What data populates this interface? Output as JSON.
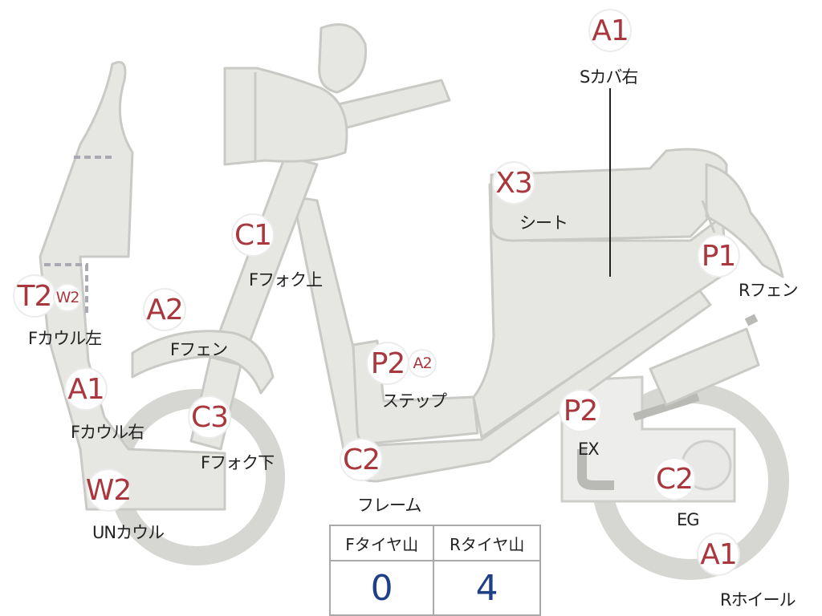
{
  "parts": {
    "s_cover_right": {
      "code": "A1",
      "label": "Sカバ右"
    },
    "seat": {
      "code": "X3",
      "label": "シート"
    },
    "r_fender": {
      "code": "P1",
      "label": "Rフェン"
    },
    "f_fork_upper": {
      "code": "C1",
      "label": "Fフォク上"
    },
    "f_cowl_left": {
      "code": "T2",
      "code2": "W2",
      "label": "Fカウル左"
    },
    "f_fender": {
      "code": "A2",
      "label": "Fフェン"
    },
    "step": {
      "code": "P2",
      "code2": "A2",
      "label": "ステップ"
    },
    "f_cowl_right": {
      "code": "A1",
      "label": "Fカウル右"
    },
    "f_fork_lower": {
      "code": "C3",
      "label": "Fフォク下"
    },
    "ex": {
      "code": "P2",
      "label": "EX"
    },
    "frame": {
      "code": "C2",
      "label": "フレーム"
    },
    "eg": {
      "code": "C2",
      "label": "EG"
    },
    "un_cowl": {
      "code": "W2",
      "label": "UNカウル"
    },
    "r_wheel": {
      "code": "A1",
      "label": "Rホイール"
    }
  },
  "tire_table": {
    "headers": [
      "Fタイヤ山",
      "Rタイヤ山"
    ],
    "values": [
      "0",
      "4"
    ]
  },
  "colors": {
    "code": "#a8383d",
    "value": "#1f3f86",
    "part_fill": "#e6e6e3"
  }
}
